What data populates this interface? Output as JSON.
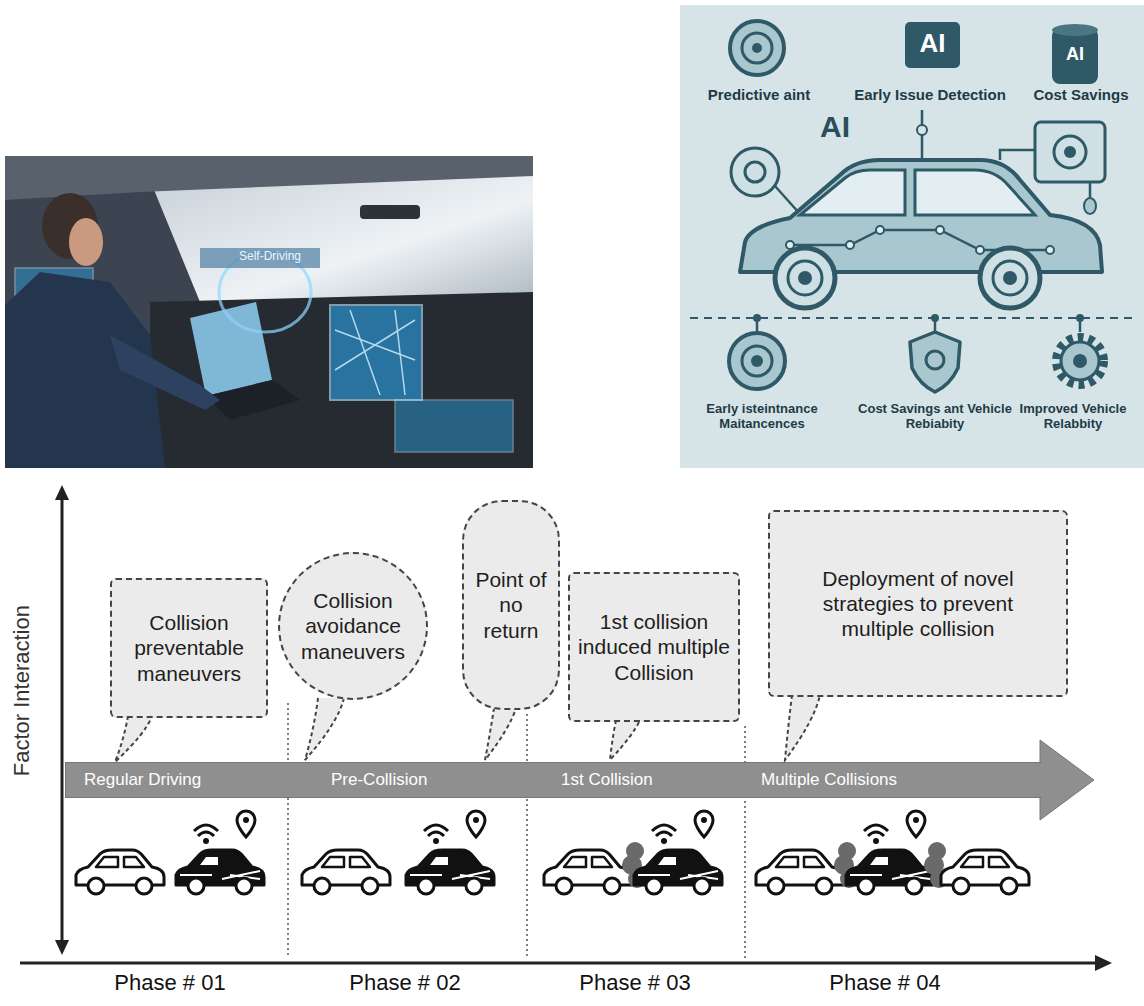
{
  "diagram": {
    "nodes": [
      {
        "text": [
          "Collision preventable maneuvers"
        ]
      },
      {
        "text": [
          "Collision avoidance maneuvers"
        ]
      },
      {
        "text": [
          "Point of no return"
        ]
      },
      {
        "text": [
          "1st collision induced multiple Collision"
        ]
      },
      {
        "text": [
          "Deployment of novel strategies to prevent multiple collision"
        ]
      },
      {
        "text": [
          "Regular Driving",
          "Pre-Collision",
          "1st Collision",
          "Multiple Collisions"
        ]
      }
    ],
    "labels": [
      "Self-Driving",
      "Predictive aint",
      "AI",
      "Early Issue Detection",
      "AI",
      "Cost Savings",
      "AI",
      "Early isteintnance Maitancences",
      "Cost Savings ant Vehicle Rebiabity",
      "Improved Vehicle Relabbity",
      "Factor Interaction",
      "Phase # 01",
      "Phase # 02",
      "Phase # 03",
      "Phase # 04"
    ]
  }
}
